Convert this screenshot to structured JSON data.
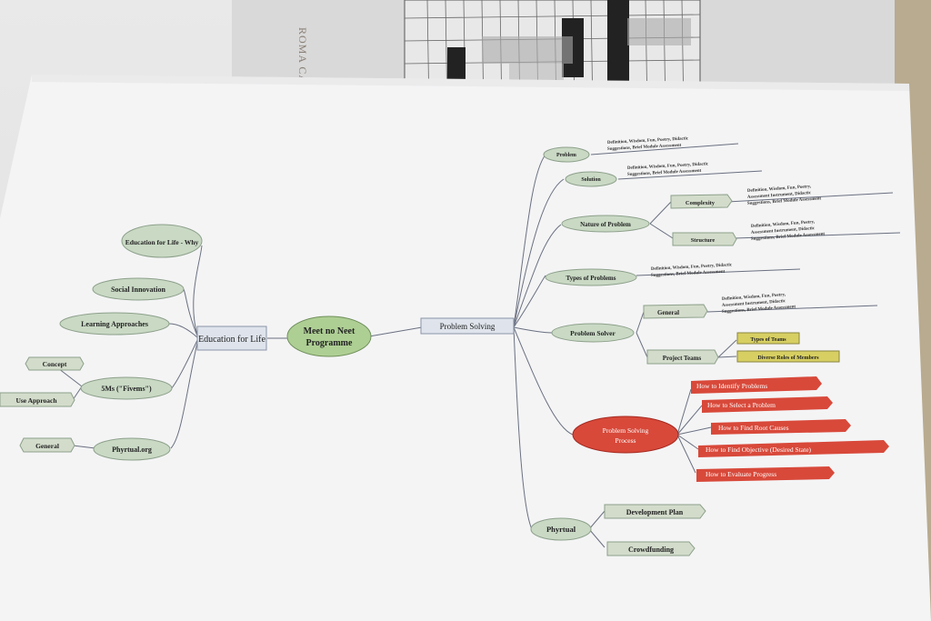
{
  "background_doc": {
    "caption": "ROMA CAPITALE"
  },
  "mindmap": {
    "center": "Meet no Neet Programme",
    "left_branch": {
      "label": "Education for Life",
      "children": [
        {
          "label": "Education for Life - Why"
        },
        {
          "label": "Social Innovation"
        },
        {
          "label": "Learning Approaches"
        },
        {
          "label": "5Ms (\"Fivems\")",
          "subs": [
            "Concept",
            "Use Approach"
          ]
        },
        {
          "label": "Phyrtual.org",
          "subs": [
            "General"
          ]
        }
      ]
    },
    "right_branch": {
      "label": "Problem Solving",
      "module_text": "Definition, Wisdom, Fun, Poetry, Didactic Suggestions, Brief Module Assessment",
      "module_text_long": "Definition, Wisdom, Fun, Poetry, Assessment Instrument, Didactic Suggestions, Brief Module Assessment",
      "problem": "Problem",
      "solution": "Solution",
      "nature": "Nature of Problem",
      "complexity": "Complexity",
      "structure": "Structure",
      "types": "Types of Problems",
      "solver": "Problem Solver",
      "general": "General",
      "teams": "Project Teams",
      "types_of_teams": "Types of Teams",
      "diverse_roles": "Diverse Roles of Members",
      "process": "Problem Solving Process",
      "process_steps": [
        "How to Identify Problems",
        "How to Select a Problem",
        "How to Find Root Causes",
        "How to Find Objective (Desired State)",
        "How to Evaluate Progress"
      ],
      "phyrtual": "Phyrtual",
      "dev_plan": "Development Plan",
      "crowdfunding": "Crowdfunding"
    }
  },
  "colors": {
    "green_node": "#c9d9c4",
    "center_node": "#aecf94",
    "red_node": "#d8493a",
    "yellow_tag": "#d7cf62"
  }
}
